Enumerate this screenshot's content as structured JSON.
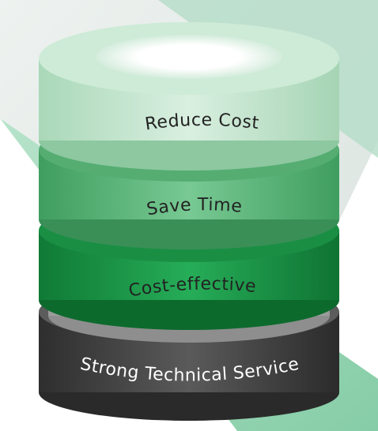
{
  "diagram": {
    "layers": [
      {
        "label": "Reduce Cost",
        "color": "#cfe9d8"
      },
      {
        "label": "Save Time",
        "color": "#5dbb7c"
      },
      {
        "label": "Cost-effective",
        "color": "#1e9e4d"
      },
      {
        "label": "Strong Technical Service",
        "color": "#4a4a4a"
      }
    ],
    "label_colors": {
      "light": "#222222",
      "dark": "#ffffff"
    },
    "background_accent": "#9fd8b8"
  }
}
